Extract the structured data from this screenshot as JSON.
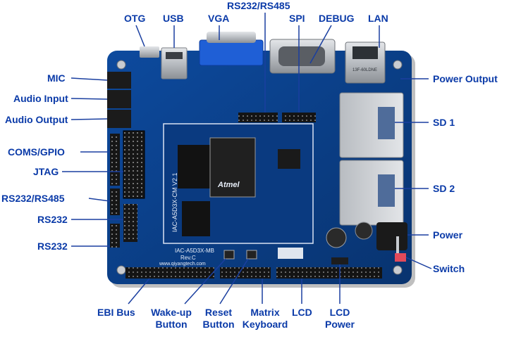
{
  "labels": {
    "otg": "OTG",
    "usb": "USB",
    "vga": "VGA",
    "rs232_rs485_top": "RS232/RS485",
    "spi": "SPI",
    "debug": "DEBUG",
    "lan": "LAN",
    "mic": "MIC",
    "audio_input": "Audio Input",
    "audio_output": "Audio Output",
    "coms_gpio": "COMS/GPIO",
    "jtag": "JTAG",
    "rs232_rs485_left": "RS232/RS485",
    "rs232_a": "RS232",
    "rs232_b": "RS232",
    "power_output": "Power Output",
    "sd1": "SD 1",
    "sd2": "SD 2",
    "power": "Power",
    "switch": "Switch",
    "ebi_bus": "EBI Bus",
    "wakeup_l1": "Wake-up",
    "wakeup_l2": "Button",
    "reset_l1": "Reset",
    "reset_l2": "Button",
    "matrix_l1": "Matrix",
    "matrix_l2": "Keyboard",
    "lcd": "LCD",
    "lcd_power_l1": "LCD",
    "lcd_power_l2": "Power"
  },
  "board": {
    "module_name": "IAC-A5D3X-CM V2.1",
    "board_name": "IAC-A5D3X-MB",
    "revision": "Rev.C",
    "website": "www.qiyangtech.com",
    "cpu_brand": "Atmel",
    "eth_part": "13F-60LDNE"
  },
  "colors": {
    "label": "#0a3aa8",
    "pcb": "#0b3e8a",
    "leader": "#1a3fa0",
    "silkscreen": "#e8eef8"
  }
}
